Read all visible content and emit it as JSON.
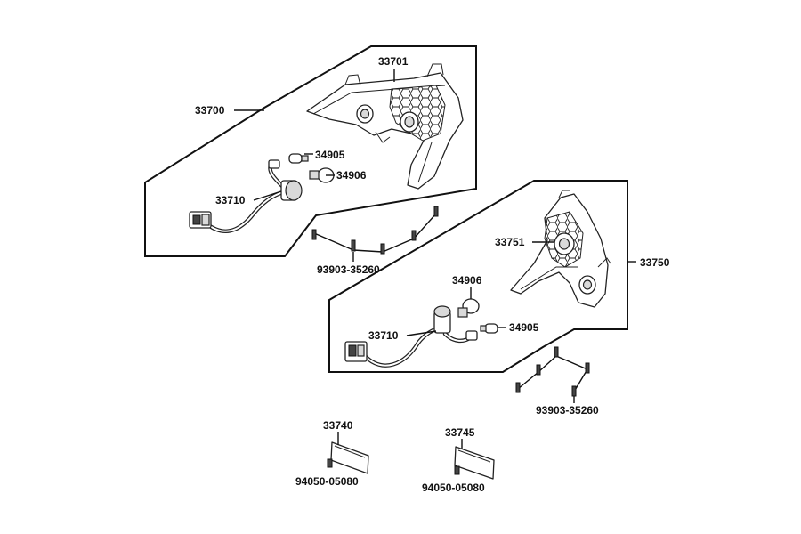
{
  "labels": {
    "p33700": "33700",
    "p33701": "33701",
    "p34905_left": "34905",
    "p34906_left": "34906",
    "p33710_left": "33710",
    "p93903_left": "93903-35260",
    "p33750": "33750",
    "p33751": "33751",
    "p34906_right": "34906",
    "p33710_right": "33710",
    "p34905_right": "34905",
    "p93903_right": "93903-35260",
    "p33740": "33740",
    "p94050_left": "94050-05080",
    "p33745": "33745",
    "p94050_right": "94050-05080"
  }
}
